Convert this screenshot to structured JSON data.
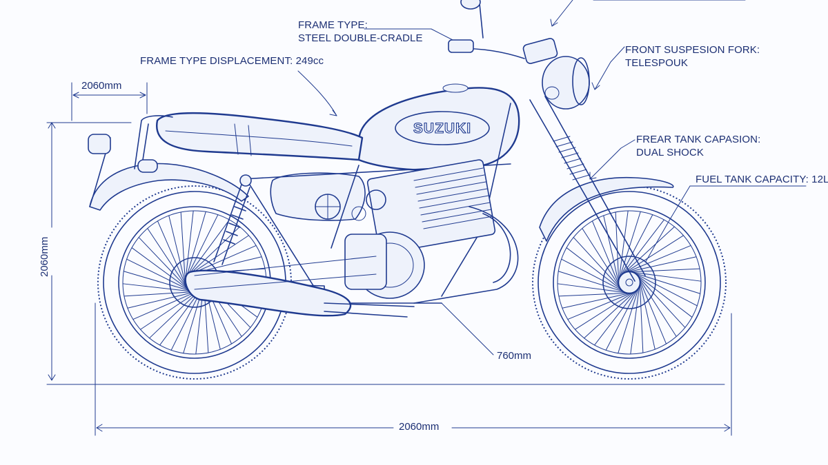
{
  "brand_logo": "SUZUKI",
  "callouts": {
    "frame_type_title": "FRAME TYPE:",
    "frame_type_value": "STEEL DOUBLE-CRADLE",
    "frame_displacement": "FRAME TYPE DISPLACEMENT: 249cc",
    "front_suspension_title": "FRONT SUSPESION FORK:",
    "front_suspension_value": "TELESPOUK",
    "rear_tank_title": "FREAR TANK CAPASION:",
    "rear_tank_value": "DUAL SHOCK",
    "fuel_tank": "FUEL TANK CAPACITY: 12L"
  },
  "dimensions": {
    "top_left_width": "2060mm",
    "left_height": "2060mm",
    "seat_height": "760mm",
    "overall_length": "2060mm"
  },
  "colors": {
    "ink": "#1f3a8f",
    "paper": "#fbfcff"
  }
}
